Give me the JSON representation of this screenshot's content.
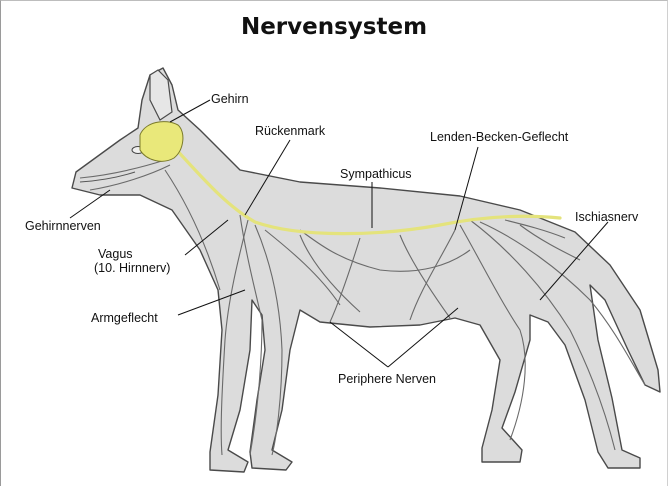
{
  "title": "Nervensystem",
  "labels": {
    "gehirn": "Gehirn",
    "rueckenmark": "Rückenmark",
    "lenden": "Lenden-Becken-Geflecht",
    "sympathicus": "Sympathicus",
    "gehirnnerven": "Gehirnnerven",
    "vagus_1": "Vagus",
    "vagus_2": "(10. Hirnnerv)",
    "ischiasnerv": "Ischiasnerv",
    "armgeflecht": "Armgeflecht",
    "periphere": "Periphere Nerven"
  },
  "colors": {
    "body_fill": "#dcdcdc",
    "outline": "#4a4a4a",
    "nerve": "#6a6a6a",
    "spinal_cord": "#e4e37c",
    "brain": "#e9e87a"
  }
}
